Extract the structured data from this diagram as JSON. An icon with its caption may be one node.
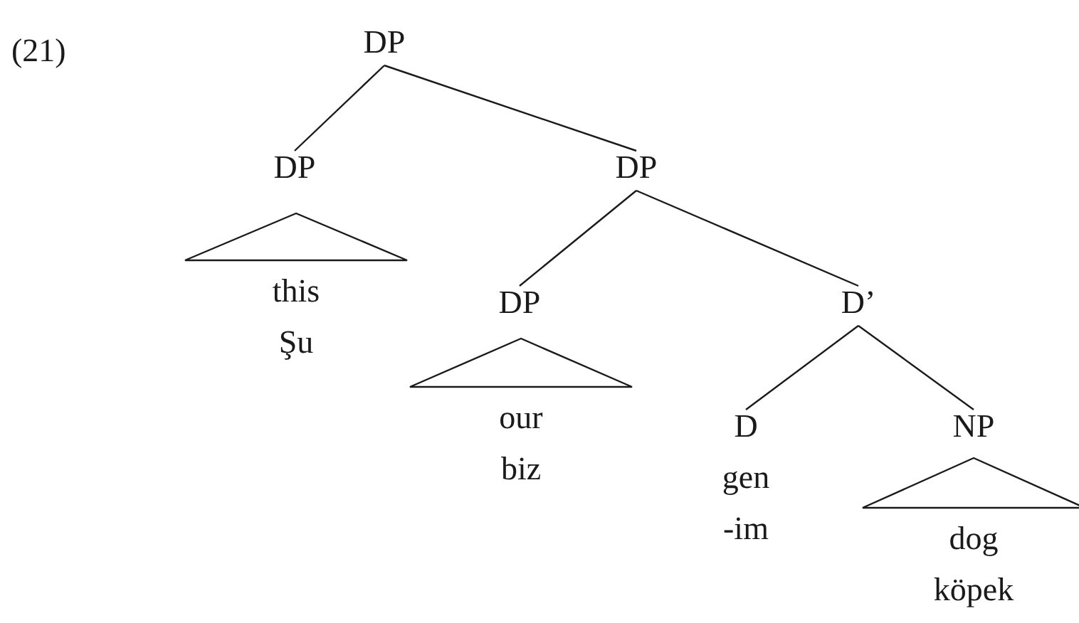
{
  "diagram": {
    "nodes": [
      {
        "text": [
          "DP"
        ]
      },
      {
        "text": [
          "DP"
        ]
      },
      {
        "text": [],
        "shape": "triangle",
        "beside": [
          "this",
          "Şu"
        ]
      },
      {
        "text": [
          "DP"
        ]
      },
      {
        "text": [
          "DP"
        ]
      },
      {
        "text": [],
        "shape": "triangle",
        "beside": [
          "our",
          "biz"
        ]
      },
      {
        "text": [
          "D’"
        ]
      },
      {
        "text": [
          "D",
          "gen",
          "-im"
        ]
      },
      {
        "text": [
          "NP"
        ]
      },
      {
        "text": [],
        "shape": "triangle",
        "beside": [
          "dog",
          "köpek"
        ]
      }
    ],
    "edges": [
      {
        "from": 0,
        "to": 1,
        "arrow": "none"
      },
      {
        "from": 0,
        "to": 3,
        "arrow": "none"
      },
      {
        "from": 3,
        "to": 4,
        "arrow": "none"
      },
      {
        "from": 3,
        "to": 6,
        "arrow": "none"
      },
      {
        "from": 6,
        "to": 7,
        "arrow": "none"
      },
      {
        "from": 6,
        "to": 8,
        "arrow": "none"
      }
    ],
    "labels": [
      "(21)"
    ]
  }
}
